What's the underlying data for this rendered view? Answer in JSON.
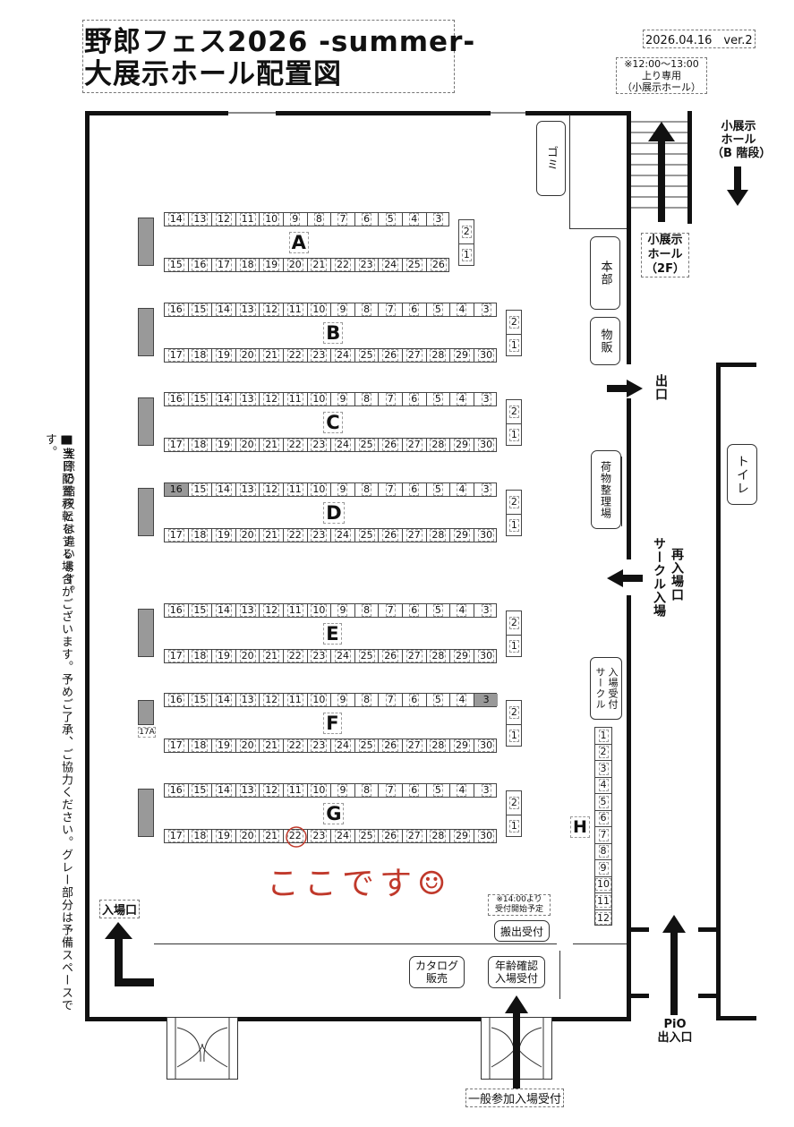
{
  "header": {
    "title_line1": "野郎フェス2026 -summer-",
    "title_line2": "大展示ホール配置図",
    "version": "2026.04.16　ver.2",
    "upstairs_note": [
      "※12:00〜13:00",
      "上り専用",
      "（小展示ホール）"
    ]
  },
  "labels": {
    "small_hall_b": [
      "小展示",
      "ホール",
      "（B 階段）"
    ],
    "small_hall_2f": [
      "小展示",
      "ホール",
      "（2F）"
    ],
    "trash": "ゴミ",
    "hq": "本部",
    "merch": "物販",
    "exit": "出口",
    "baggage": "荷物整理場",
    "reentry": "再入場口",
    "circle_entry": "サークル入場",
    "circle_reception_a": "サークル",
    "circle_reception_b": "入場受付",
    "toilet": "トイレ",
    "h_label": "H",
    "entrance": "入場口",
    "catalog": [
      "カタログ",
      "販売"
    ],
    "carryout_note": [
      "※14:00より",
      "受付開始予定"
    ],
    "carryout": "搬出受付",
    "age_check": [
      "年齢確認",
      "入場受付"
    ],
    "general_entry": "一般参加入場受付",
    "pio": [
      "PiO",
      "出入口"
    ],
    "spare_17a": "17A",
    "handwritten": "ここです☺",
    "notes": [
      "■実際の縮尺とは違います。",
      "■当日配置移転をする場合がございます。予めご了承、ご協力ください。グレー部分は予備スペースです。"
    ]
  },
  "rows": [
    {
      "label": "A",
      "top": [
        "14",
        "13",
        "12",
        "11",
        "10",
        "9",
        "8",
        "7",
        "6",
        "5",
        "4",
        "3"
      ],
      "bottom": [
        "15",
        "16",
        "17",
        "18",
        "19",
        "20",
        "21",
        "22",
        "23",
        "24",
        "25",
        "26"
      ],
      "side": [
        "2",
        "1"
      ]
    },
    {
      "label": "B",
      "top": [
        "16",
        "15",
        "14",
        "13",
        "12",
        "11",
        "10",
        "9",
        "8",
        "7",
        "6",
        "5",
        "4",
        "3"
      ],
      "bottom": [
        "17",
        "18",
        "19",
        "20",
        "21",
        "22",
        "23",
        "24",
        "25",
        "26",
        "27",
        "28",
        "29",
        "30"
      ],
      "side": [
        "2",
        "1"
      ]
    },
    {
      "label": "C",
      "top": [
        "16",
        "15",
        "14",
        "13",
        "12",
        "11",
        "10",
        "9",
        "8",
        "7",
        "6",
        "5",
        "4",
        "3"
      ],
      "bottom": [
        "17",
        "18",
        "19",
        "20",
        "21",
        "22",
        "23",
        "24",
        "25",
        "26",
        "27",
        "28",
        "29",
        "30"
      ],
      "side": [
        "2",
        "1"
      ]
    },
    {
      "label": "D",
      "top": [
        "16",
        "15",
        "14",
        "13",
        "12",
        "11",
        "10",
        "9",
        "8",
        "7",
        "6",
        "5",
        "4",
        "3"
      ],
      "bottom": [
        "17",
        "18",
        "19",
        "20",
        "21",
        "22",
        "23",
        "24",
        "25",
        "26",
        "27",
        "28",
        "29",
        "30"
      ],
      "side": [
        "2",
        "1"
      ],
      "grey_top": [
        "16"
      ]
    },
    {
      "label": "E",
      "top": [
        "16",
        "15",
        "14",
        "13",
        "12",
        "11",
        "10",
        "9",
        "8",
        "7",
        "6",
        "5",
        "4",
        "3"
      ],
      "bottom": [
        "17",
        "18",
        "19",
        "20",
        "21",
        "22",
        "23",
        "24",
        "25",
        "26",
        "27",
        "28",
        "29",
        "30"
      ],
      "side": [
        "2",
        "1"
      ]
    },
    {
      "label": "F",
      "top": [
        "16",
        "15",
        "14",
        "13",
        "12",
        "11",
        "10",
        "9",
        "8",
        "7",
        "6",
        "5",
        "4",
        "3"
      ],
      "bottom": [
        "17",
        "18",
        "19",
        "20",
        "21",
        "22",
        "23",
        "24",
        "25",
        "26",
        "27",
        "28",
        "29",
        "30"
      ],
      "side": [
        "2",
        "1"
      ],
      "grey_top": [
        "3"
      ]
    },
    {
      "label": "G",
      "top": [
        "16",
        "15",
        "14",
        "13",
        "12",
        "11",
        "10",
        "9",
        "8",
        "7",
        "6",
        "5",
        "4",
        "3"
      ],
      "bottom": [
        "17",
        "18",
        "19",
        "20",
        "21",
        "22",
        "23",
        "24",
        "25",
        "26",
        "27",
        "28",
        "29",
        "30"
      ],
      "side": [
        "2",
        "1"
      ],
      "circled": "22"
    }
  ],
  "h_column": [
    "1",
    "2",
    "3",
    "4",
    "5",
    "6",
    "7",
    "8",
    "9",
    "10",
    "11",
    "12"
  ]
}
